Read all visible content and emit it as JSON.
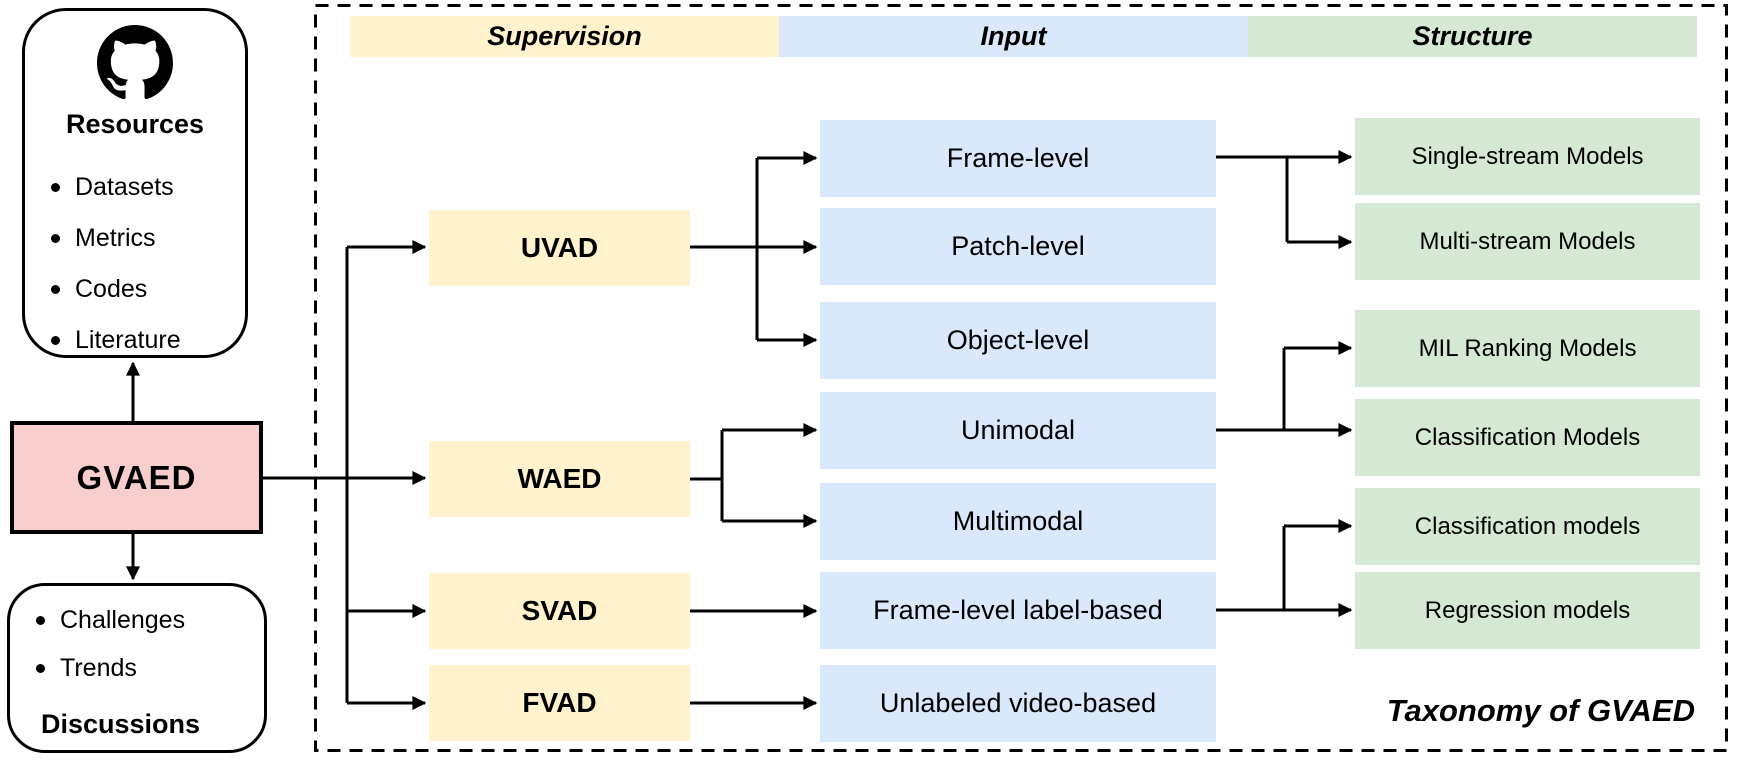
{
  "figure": {
    "caption": "Taxonomy of GVAED"
  },
  "left_panel": {
    "resources": {
      "icon": "github-icon",
      "title": "Resources",
      "items": [
        "Datasets",
        "Metrics",
        "Codes",
        "Literature"
      ]
    },
    "root_label": "GVAED",
    "discussions": {
      "items": [
        "Challenges",
        "Trends"
      ],
      "title": "Discussions"
    }
  },
  "columns": {
    "headers": [
      {
        "id": "supervision",
        "label": "Supervision",
        "fill": "#FFF2CC"
      },
      {
        "id": "input",
        "label": "Input",
        "fill": "#DAE8FC"
      },
      {
        "id": "structure",
        "label": "Structure",
        "fill": "#D5E8D4"
      }
    ],
    "supervision_nodes": [
      "UVAD",
      "WAED",
      "SVAD",
      "FVAD"
    ],
    "input_nodes": [
      "Frame-level",
      "Patch-level",
      "Object-level",
      "Unimodal",
      "Multimodal",
      "Frame-level label-based",
      "Unlabeled video-based"
    ],
    "structure_nodes": [
      "Single-stream Models",
      "Multi-stream Models",
      "MIL Ranking Models",
      "Classification Models",
      "Classification models",
      "Regression models"
    ]
  },
  "edges": [
    {
      "from": "GVAED",
      "to": "Resources"
    },
    {
      "from": "GVAED",
      "to": "Discussions"
    },
    {
      "from": "GVAED",
      "to": "UVAD"
    },
    {
      "from": "GVAED",
      "to": "WAED"
    },
    {
      "from": "GVAED",
      "to": "SVAD"
    },
    {
      "from": "GVAED",
      "to": "FVAD"
    },
    {
      "from": "UVAD",
      "to": "Frame-level"
    },
    {
      "from": "UVAD",
      "to": "Patch-level"
    },
    {
      "from": "UVAD",
      "to": "Object-level"
    },
    {
      "from": "WAED",
      "to": "Unimodal"
    },
    {
      "from": "WAED",
      "to": "Multimodal"
    },
    {
      "from": "SVAD",
      "to": "Frame-level label-based"
    },
    {
      "from": "FVAD",
      "to": "Unlabeled video-based"
    },
    {
      "from": "Frame-level",
      "to": "Single-stream Models"
    },
    {
      "from": "Frame-level",
      "to": "Multi-stream Models"
    },
    {
      "from": "Unimodal",
      "to": "MIL Ranking Models"
    },
    {
      "from": "Unimodal",
      "to": "Classification Models"
    },
    {
      "from": "Frame-level label-based",
      "to": "Classification models"
    },
    {
      "from": "Frame-level label-based",
      "to": "Regression models"
    }
  ],
  "colors": {
    "supervision_fill": "#FFF2CC",
    "input_fill": "#DAE8FC",
    "structure_fill": "#D5E8D4",
    "root_fill": "#F8CECC",
    "line": "#000000",
    "background": "#FFFFFF"
  }
}
